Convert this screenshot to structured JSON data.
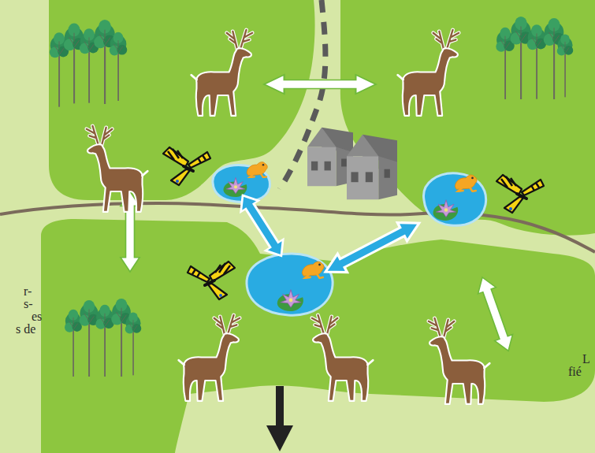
{
  "diagram": {
    "labels": [
      "r-",
      "s-",
      "es",
      "s de",
      "L",
      "fié"
    ]
  }
}
